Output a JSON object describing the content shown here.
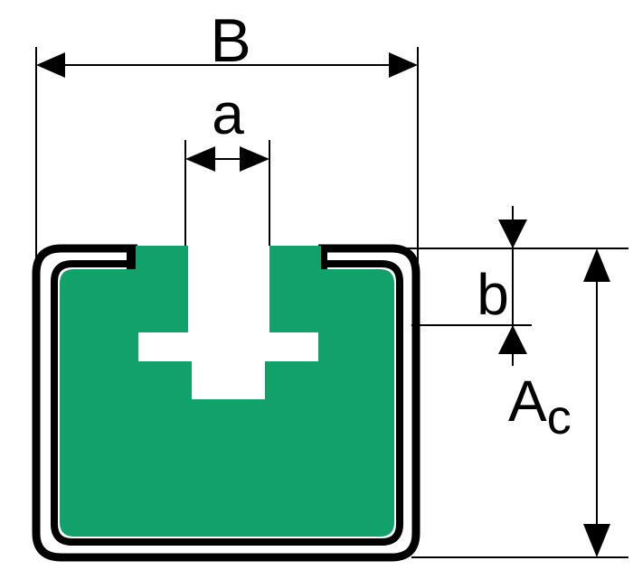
{
  "colors": {
    "insulation_fill": "#12a06b",
    "profile_outline": "#000000",
    "background": "#ffffff",
    "dimension_lines": "#000000"
  },
  "labels": {
    "width_total": "B",
    "slot_width": "a",
    "lip_height": "b",
    "area_main": "A",
    "area_sub": "c"
  }
}
